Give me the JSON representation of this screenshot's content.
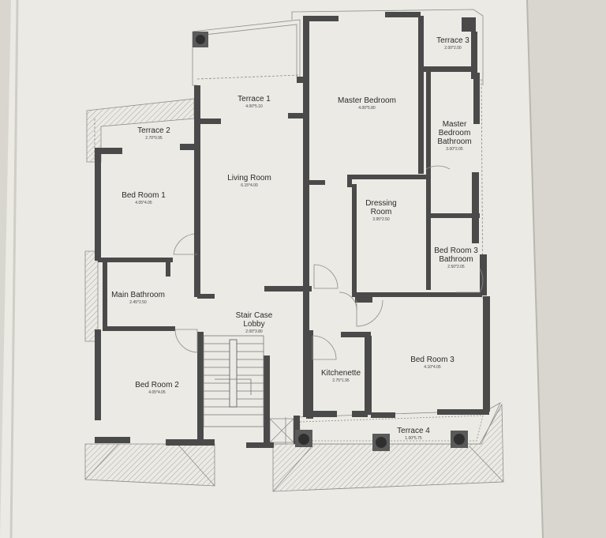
{
  "rooms": [
    {
      "key": "terrace1",
      "name": [
        "Terrace 1"
      ],
      "dim": "4.00*5.10"
    },
    {
      "key": "terrace2",
      "name": [
        "Terrace 2"
      ],
      "dim": "2.70*0.95"
    },
    {
      "key": "terrace3",
      "name": [
        "Terrace 3"
      ],
      "dim": "2.00*2.00"
    },
    {
      "key": "master_bedroom",
      "name": [
        "Master Bedroom"
      ],
      "dim": "4.00*5.80"
    },
    {
      "key": "master_bathroom",
      "name": [
        "Master",
        "Bedroom",
        "Bathroom"
      ],
      "dim": "3.00*2.05"
    },
    {
      "key": "bedroom1",
      "name": [
        "Bed Room 1"
      ],
      "dim": "4.05*4.05"
    },
    {
      "key": "living_room",
      "name": [
        "Living Room"
      ],
      "dim": "6.15*4.00"
    },
    {
      "key": "dressing_room",
      "name": [
        "Dressing",
        "Room"
      ],
      "dim": "3.95*2.50"
    },
    {
      "key": "bedroom3_bathroom",
      "name": [
        "Bed Room 3",
        "Bathroom"
      ],
      "dim": "2.50*2.05"
    },
    {
      "key": "main_bathroom",
      "name": [
        "Main Bathroom"
      ],
      "dim": "2.45*2.50"
    },
    {
      "key": "stair_lobby",
      "name": [
        "Stair Case",
        "Lobby"
      ],
      "dim": "2.00*3.80"
    },
    {
      "key": "kitchenette",
      "name": [
        "Kitchenette"
      ],
      "dim": "2.75*1.95"
    },
    {
      "key": "bedroom3",
      "name": [
        "Bed Room 3"
      ],
      "dim": "4.10*4.05"
    },
    {
      "key": "bedroom2",
      "name": [
        "Bed Room 2"
      ],
      "dim": "4.05*4.05"
    },
    {
      "key": "terrace4",
      "name": [
        "Terrace 4"
      ],
      "dim": "1.00*5.75"
    }
  ],
  "colors": {
    "paper": "#ebeae4",
    "wall": "#4a4a4a",
    "line": "#8c8c8c",
    "desk": "#d8d6cf"
  }
}
